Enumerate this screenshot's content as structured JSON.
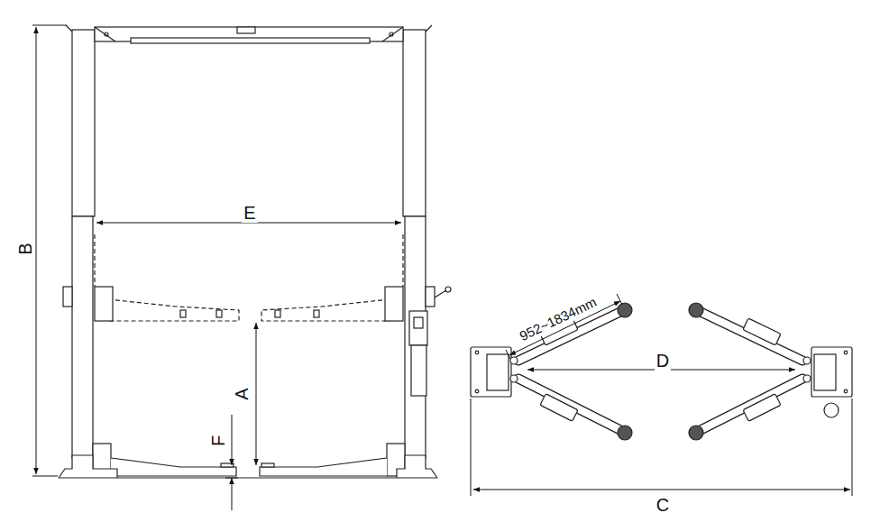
{
  "diagram": {
    "labels": [
      "B",
      "E",
      "A",
      "F",
      "952~1834mm",
      "D",
      "C"
    ]
  }
}
